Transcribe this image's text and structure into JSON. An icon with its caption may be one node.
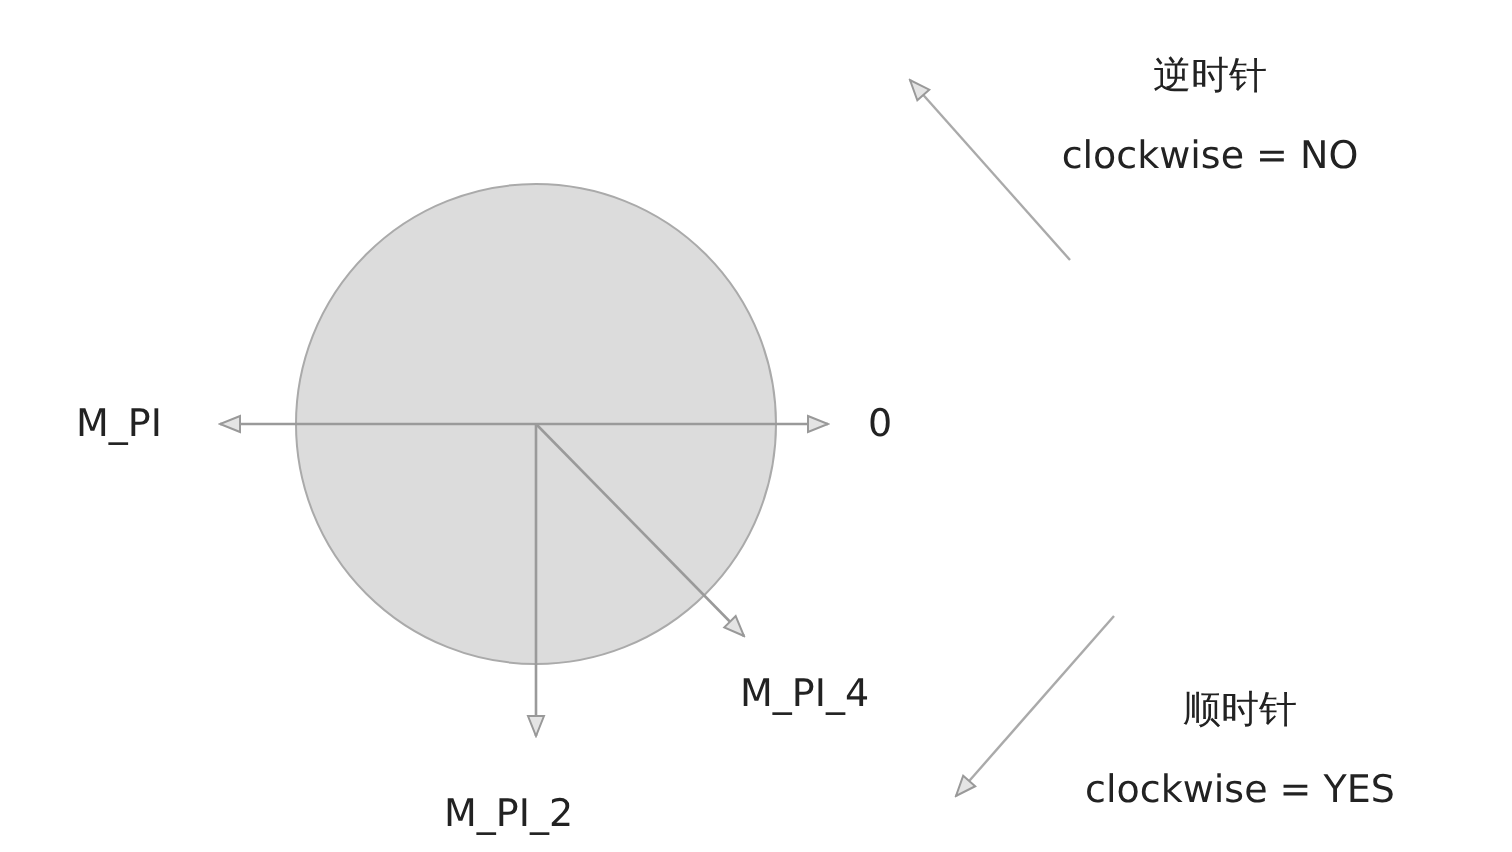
{
  "diagram": {
    "nodes": [
      {
        "text": [],
        "shape": "circle"
      },
      {
        "text": [
          "0"
        ]
      },
      {
        "text": [
          "M_PI"
        ]
      },
      {
        "text": [
          "M_PI_2"
        ]
      },
      {
        "text": [
          "M_PI_4"
        ]
      }
    ],
    "edges": [
      {
        "from": 0,
        "to": 1,
        "arrow": "to"
      },
      {
        "from": 0,
        "to": 2,
        "arrow": "to"
      },
      {
        "from": 0,
        "to": 3,
        "arrow": "to"
      },
      {
        "from": 0,
        "to": 4,
        "arrow": "to"
      }
    ],
    "labels": [
      "逆时针",
      "clockwise = NO",
      "顺时针",
      "clockwise = YES"
    ]
  }
}
